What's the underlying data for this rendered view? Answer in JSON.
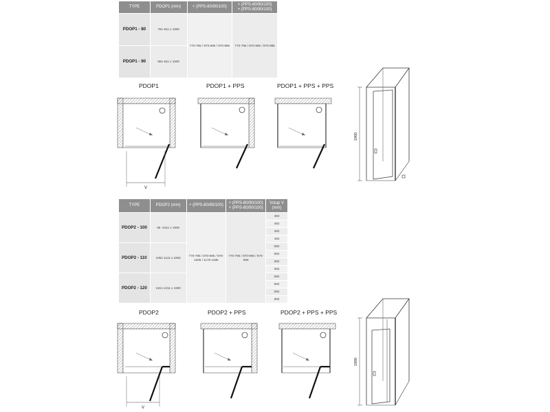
{
  "table1": {
    "headers": [
      "TYPE",
      "PDOP1 (mm)",
      "+ (PPS-80/90/100)",
      "+ (PPS-80/90/100)\n+ (PPS-80/90/100)"
    ],
    "rows": [
      {
        "type": "PDOP1 - 80",
        "size": "761-811 x 1900"
      },
      {
        "type": "PDOP1 - 90",
        "size": "861-911 x 1900"
      }
    ],
    "pps1": "770-795 / 870-895 / 970-995",
    "pps2": "770-795 / 870-895 / 970-995"
  },
  "table2": {
    "headers": [
      "TYPE",
      "PDOP2 (mm)",
      "+ (PPS-80/90/100)",
      "+ (PPS-80/90/100)\n+ (PPS-80/90/100)",
      "Vstup V (mm)"
    ],
    "rows": [
      {
        "type": "PDOP2 - 100",
        "size": "96 -1011 x 1900"
      },
      {
        "type": "PDOP2 - 110",
        "size": "1061-1111 x 1900"
      },
      {
        "type": "PDOP2 - 120",
        "size": "1161-1211 x 1900"
      }
    ],
    "pps1": "770-795 / 870-895 / 970-1005 / 1170-1195",
    "pps2": "770-795 / 870-895 / 970-995",
    "vstup": [
      "492",
      "492",
      "492",
      "492",
      "592",
      "592",
      "592",
      "592",
      "592",
      "592",
      "592",
      "592"
    ]
  },
  "diagrams": {
    "row1": [
      "PDOP1",
      "PDOP1 + PPS",
      "PDOP1 + PPS + PPS"
    ],
    "row2": [
      "PDOP2",
      "PDOP2 + PPS",
      "PDOP2 + PPS + PPS"
    ],
    "v_label": "V",
    "height1": "1900",
    "height2": "1900"
  }
}
